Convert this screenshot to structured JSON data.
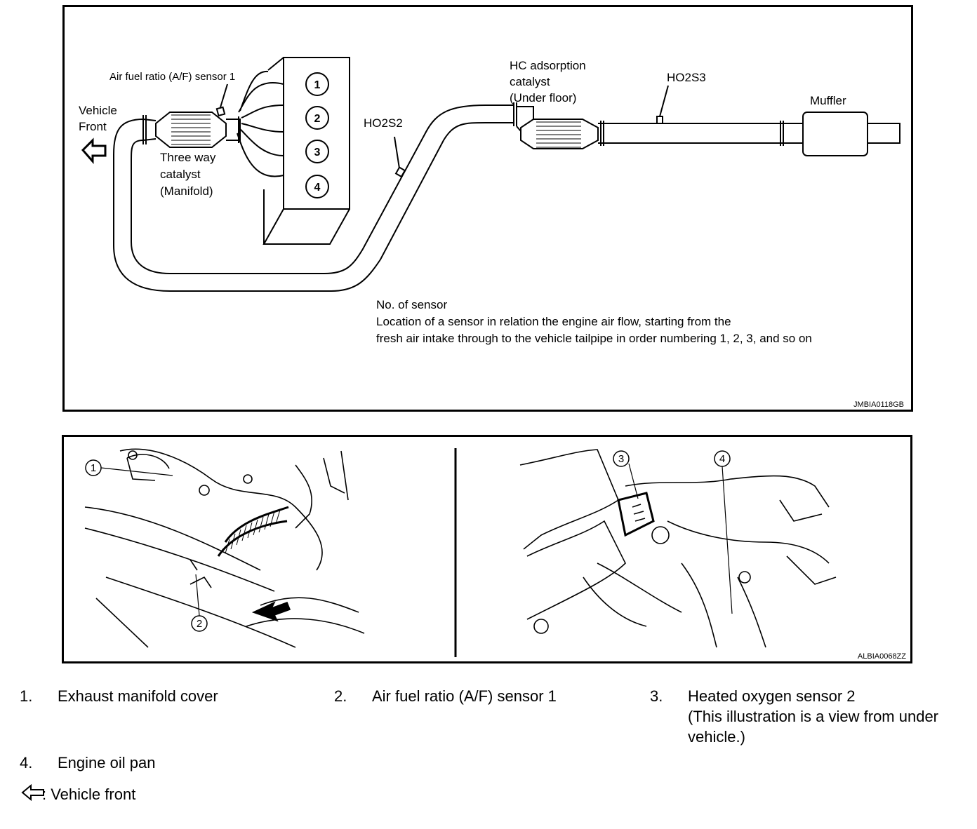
{
  "top_diagram": {
    "af_sensor_label": "Air fuel ratio (A/F) sensor 1",
    "vehicle_front_line1": "Vehicle",
    "vehicle_front_line2": "Front",
    "twc_line1": "Three way",
    "twc_line2": "catalyst",
    "twc_line3": "(Manifold)",
    "cylinders": [
      "1",
      "2",
      "3",
      "4"
    ],
    "ho2s2_label": "HO2S2",
    "hc_line1": "HC adsorption",
    "hc_line2": "catalyst",
    "hc_line3": "(Under floor)",
    "ho2s3_label": "HO2S3",
    "muffler_label": "Muffler",
    "note_title": "No. of sensor",
    "note_line1": "Location of a sensor in relation the engine air flow, starting from the",
    "note_line2": "fresh air intake through to the vehicle tailpipe in order numbering 1, 2, 3, and so on",
    "figure_code": "JMBIA0118GB"
  },
  "bottom_diagram": {
    "callouts": [
      "1",
      "2",
      "3",
      "4"
    ],
    "figure_code": "ALBIA0068ZZ"
  },
  "legend": {
    "items": [
      {
        "num": "1.",
        "text": "Exhaust manifold cover"
      },
      {
        "num": "2.",
        "text": "Air fuel ratio (A/F) sensor 1"
      },
      {
        "num": "3.",
        "text": "Heated oxygen sensor 2",
        "text2": "(This illustration is a view from under",
        "text3": "vehicle.)"
      },
      {
        "num": "4.",
        "text": "Engine oil pan"
      }
    ],
    "arrow_note": ": Vehicle front"
  }
}
